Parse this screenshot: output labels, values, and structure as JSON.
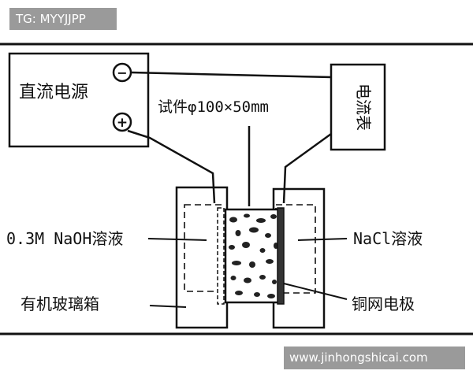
{
  "watermarks": {
    "top": "TG: MYYJJPP",
    "bottom": "www.jinhongshicai.com"
  },
  "diagram": {
    "power_supply": "直流电源",
    "negative_terminal": "−",
    "positive_terminal": "+",
    "ammeter": "电流表",
    "specimen": "试件φ100×50mm",
    "naoh_solution": "0.3M NaOH溶液",
    "nacl_solution": "NaCl溶液",
    "plexiglass_box": "有机玻璃箱",
    "copper_mesh_electrode": "铜网电极"
  }
}
